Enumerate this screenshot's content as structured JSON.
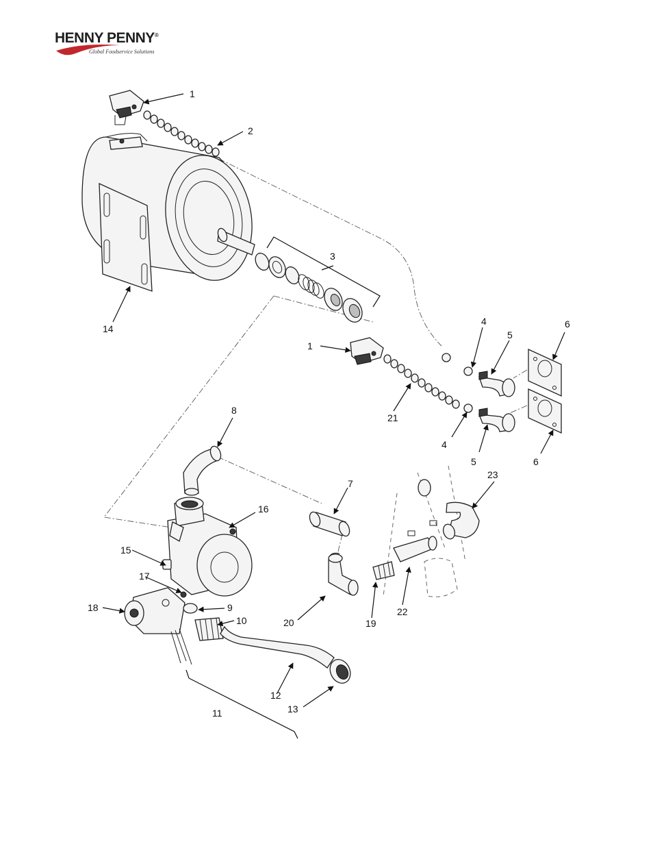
{
  "brand": {
    "name": "HENNY PENNY",
    "registered": "®",
    "tagline": "Global Foodservice Solutions"
  },
  "callouts": {
    "c1a": "1",
    "c1b": "1",
    "c2": "2",
    "c3": "3",
    "c4a": "4",
    "c4b": "4",
    "c5a": "5",
    "c5b": "5",
    "c6a": "6",
    "c6b": "6",
    "c7": "7",
    "c8": "8",
    "c9": "9",
    "c10": "10",
    "c11": "11",
    "c12": "12",
    "c13": "13",
    "c14": "14",
    "c15": "15",
    "c16": "16",
    "c17": "17",
    "c18": "18",
    "c19": "19",
    "c20": "20",
    "c21": "21",
    "c22": "22",
    "c23": "23"
  },
  "colors": {
    "ink": "#222222",
    "background": "#ffffff",
    "brand_red": "#c0282d"
  }
}
